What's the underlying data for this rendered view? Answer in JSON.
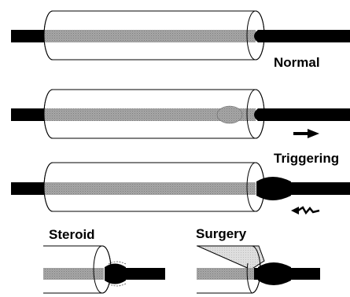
{
  "labels": {
    "normal": "Normal",
    "triggering": "Triggering",
    "steroid": "Steroid",
    "surgery": "Surgery"
  },
  "colors": {
    "tendon": "#000000",
    "tendon_inside_sheath": "#9a9a9a",
    "sheath_outline": "#000000",
    "sheath_fill": "#ffffff",
    "surgery_cut_fill": "#d6d6d6"
  },
  "icons": {
    "motion_arrow": "arrow-right-icon",
    "catch_arrow": "zigzag-arrow-left-icon"
  }
}
